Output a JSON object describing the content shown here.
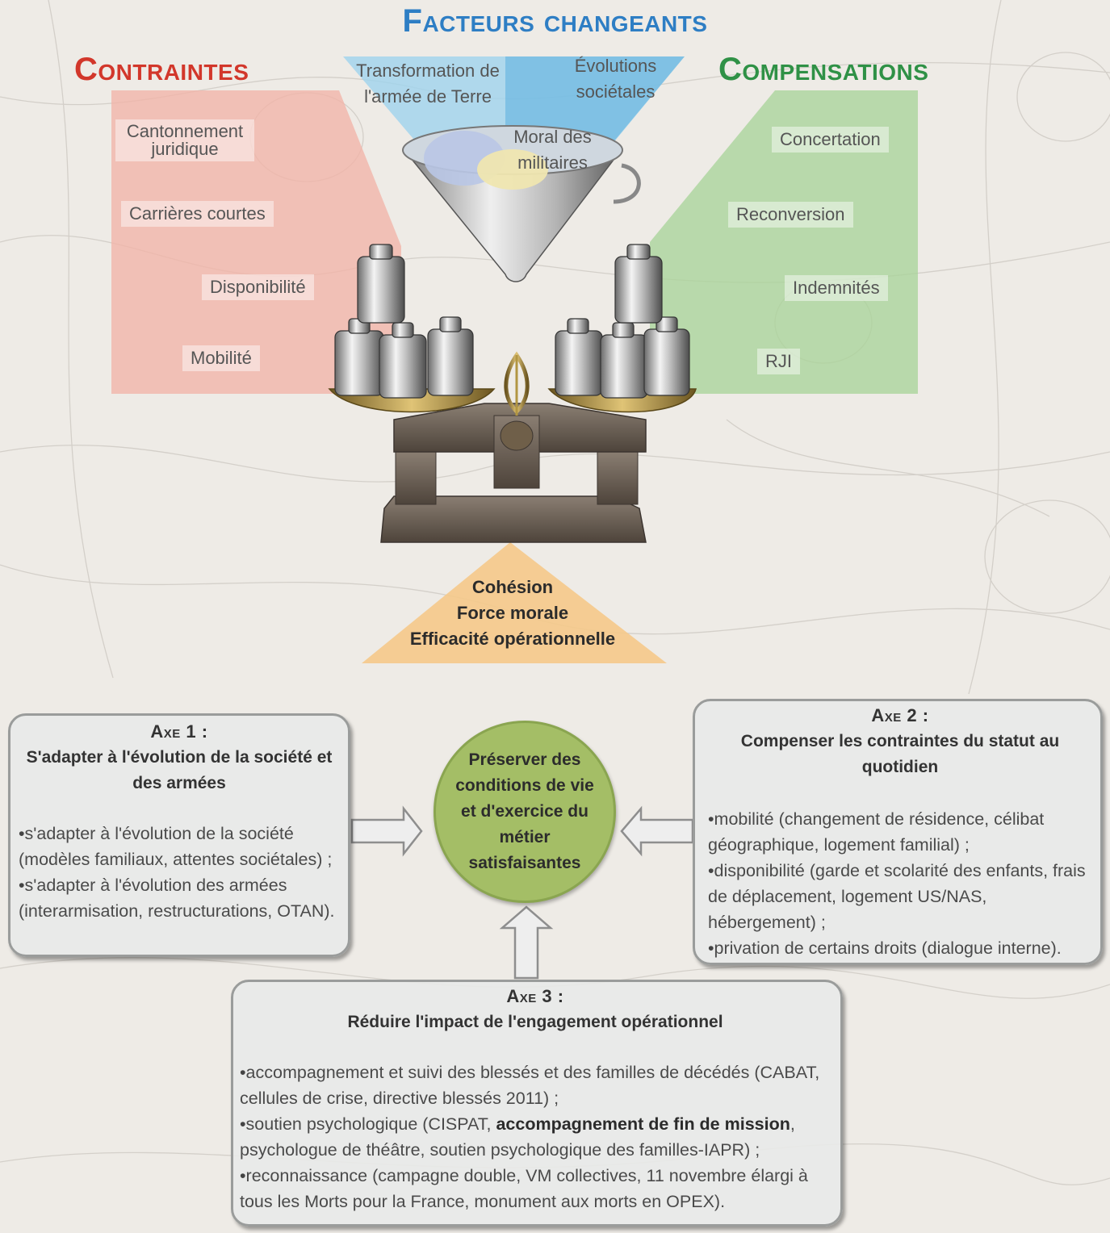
{
  "titles": {
    "center": "Facteurs changeants",
    "left": "Contraintes",
    "right": "Compensations"
  },
  "funnel_labels": {
    "transformation": "Transformation de l'armée de Terre",
    "evolutions": "Évolutions sociétales",
    "moral": "Moral des militaires"
  },
  "contraintes": [
    "Cantonnement juridique",
    "Carrières courtes",
    "Disponibilité",
    "Mobilité"
  ],
  "compensations": [
    "Concertation",
    "Reconversion",
    "Indemnités",
    "RJI"
  ],
  "pyramid": [
    "Cohésion",
    "Force morale",
    "Efficacité opérationnelle"
  ],
  "center_circle": "Préserver des conditions de vie et d'exercice du métier satisfaisantes",
  "axe1": {
    "label": "Axe 1 :",
    "title": "S'adapter à l'évolution de la société et des armées",
    "items": [
      "s'adapter à l'évolution de la société (modèles familiaux, attentes sociétales) ;",
      "s'adapter à l'évolution des armées (interarmisation, restructurations, OTAN)."
    ]
  },
  "axe2": {
    "label": "Axe 2 :",
    "title": "Compenser les contraintes du statut au quotidien",
    "items": [
      "mobilité (changement de résidence, célibat géographique, logement familial) ;",
      "disponibilité (garde et scolarité des enfants, frais de déplacement, logement US/NAS, hébergement) ;",
      "privation de certains droits (dialogue interne)."
    ]
  },
  "axe3": {
    "label": "Axe 3 :",
    "title": "Réduire l'impact de l'engagement opérationnel",
    "item1": "accompagnement et suivi des blessés et des familles de décédés (CABAT, cellules de crise, directive blessés 2011) ;",
    "item2_pre": "soutien psychologique (CISPAT, ",
    "item2_bold": "accompagnement de fin de mission",
    "item2_post": ", psychologue de théâtre, soutien psychologique des familles-IAPR) ;",
    "item3": "reconnaissance (campagne double, VM collectives, 11 novembre élargi à tous les Morts pour la France, monument aux morts en OPEX)."
  },
  "colors": {
    "title_blue": "#2e7ec4",
    "title_red": "#d2372b",
    "title_green": "#2f9146",
    "circle_green": "#a4be66",
    "pyramid_orange": "#f5c98a",
    "contraintes_zone": "#f2b3a8",
    "compensations_zone": "#a9d49a",
    "funnel_zone": "#9fd3ee"
  }
}
